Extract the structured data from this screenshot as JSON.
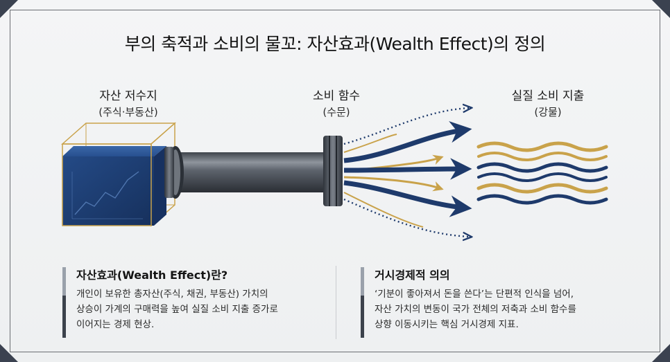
{
  "title": "부의 축적과 소비의 물꼬: 자산효과(Wealth Effect)의 정의",
  "nodes": {
    "reservoir": {
      "label": "자산 저수지",
      "sub": "(주식·부동산)"
    },
    "valve": {
      "label": "소비 함수",
      "sub": "(수문)"
    },
    "river": {
      "label": "실질 소비 지출",
      "sub": "(강물)"
    }
  },
  "panels": [
    {
      "heading": "자산효과(Wealth Effect)란?",
      "lines": [
        "개인이 보유한 총자산(주식, 채권, 부동산) 가치의",
        "상승이 가계의 구매력을 높여 실질 소비 지출 증가로",
        "이어지는 경제 현상."
      ]
    },
    {
      "heading": "거시경제적 의의",
      "lines": [
        "‘기분이 좋아져서 돈을 쓴다’는 단편적 인식을 넘어,",
        "자산 가치의 변동이 국가 전체의 저축과 소비 함수를",
        "상향 이동시키는 핵심 거시경제 지표."
      ]
    }
  ],
  "colors": {
    "navy": "#1e3a6b",
    "gold": "#c9a24a",
    "steel": "#5d636c",
    "frame": "#3b4250"
  }
}
